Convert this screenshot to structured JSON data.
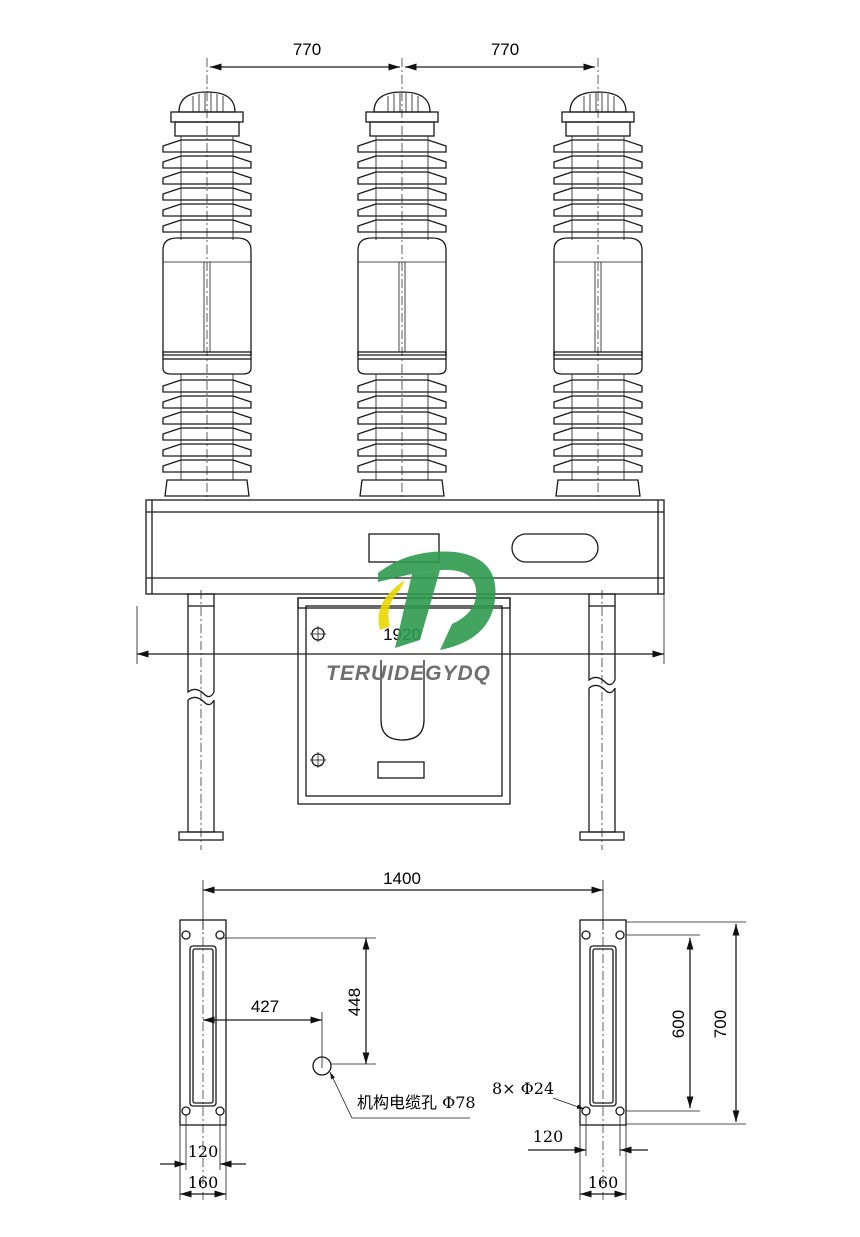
{
  "drawing": {
    "dimensions": {
      "pole_spacing_left": "770",
      "pole_spacing_right": "770",
      "overall_width": "1920",
      "base_spacing": "1400",
      "cable_hole_offset_x": "427",
      "cable_hole_offset_y": "448",
      "hole_span_inner": "600",
      "hole_span_outer": "700",
      "foot_width_inner_left": "120",
      "foot_width_outer_left": "160",
      "foot_width_inner_right": "120",
      "foot_width_outer_right": "160"
    },
    "annotations": {
      "cable_hole": "机构电缆孔 Φ78",
      "mounting_holes": "8× Φ24"
    },
    "watermark": {
      "text": "TERUIDEGYDQ",
      "colors": {
        "green": "#2e9a4e",
        "yellow": "#e8d800"
      }
    }
  }
}
